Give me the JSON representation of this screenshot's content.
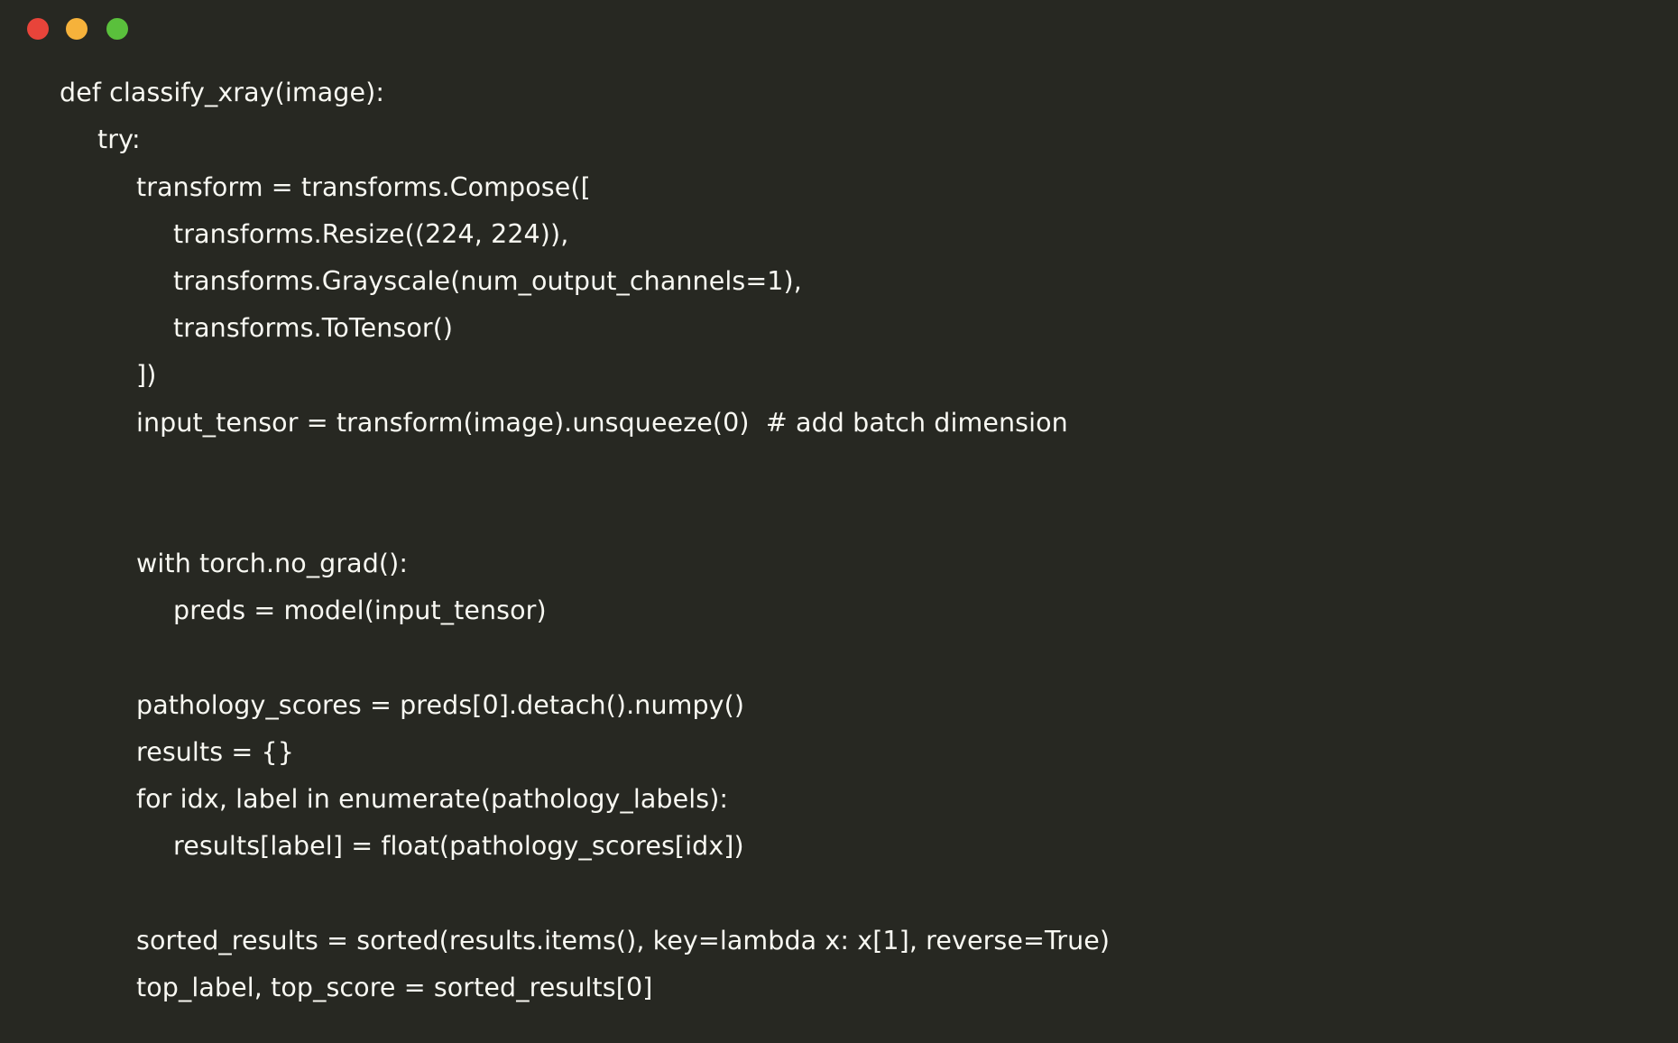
{
  "window": {
    "controls": {
      "close_color": "#e8443a",
      "minimize_color": "#f6b23b",
      "maximize_color": "#5ac03c"
    }
  },
  "theme": {
    "background": "#272822",
    "foreground": "#f8f8f2"
  },
  "code": {
    "language": "python",
    "lines": [
      {
        "indent": 0,
        "text": "def classify_xray(image):"
      },
      {
        "indent": 1,
        "text": "try:"
      },
      {
        "indent": 2,
        "text": "transform = transforms.Compose(["
      },
      {
        "indent": 3,
        "text": "transforms.Resize((224, 224)),"
      },
      {
        "indent": 3,
        "text": "transforms.Grayscale(num_output_channels=1),"
      },
      {
        "indent": 3,
        "text": "transforms.ToTensor()"
      },
      {
        "indent": 2,
        "text": "])"
      },
      {
        "indent": 2,
        "text": "input_tensor = transform(image).unsqueeze(0)  # add batch dimension"
      },
      {
        "indent": 2,
        "text": "with torch.no_grad():"
      },
      {
        "indent": 3,
        "text": "preds = model(input_tensor)"
      },
      {
        "indent": 2,
        "text": "pathology_scores = preds[0].detach().numpy()"
      },
      {
        "indent": 2,
        "text": "results = {}"
      },
      {
        "indent": 2,
        "text": "for idx, label in enumerate(pathology_labels):"
      },
      {
        "indent": 3,
        "text": "results[label] = float(pathology_scores[idx])"
      },
      {
        "indent": 2,
        "text": "sorted_results = sorted(results.items(), key=lambda x: x[1], reverse=True)"
      },
      {
        "indent": 2,
        "text": "top_label, top_score = sorted_results[0]"
      }
    ]
  }
}
